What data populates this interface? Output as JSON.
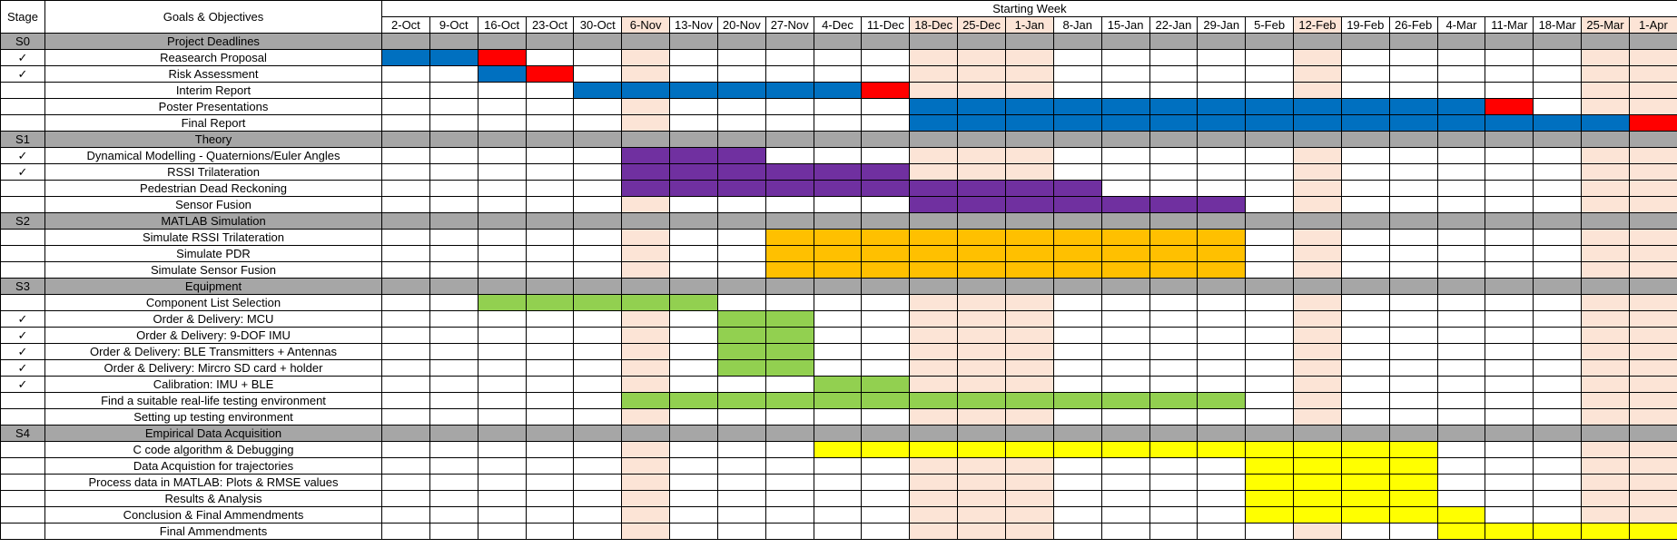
{
  "chart_data": {
    "type": "table",
    "title": "Starting Week",
    "stage_header": "Stage",
    "goals_header": "Goals & Objectives",
    "weeks": [
      "2-Oct",
      "9-Oct",
      "16-Oct",
      "23-Oct",
      "30-Oct",
      "6-Nov",
      "13-Nov",
      "20-Nov",
      "27-Nov",
      "4-Dec",
      "11-Dec",
      "18-Dec",
      "25-Dec",
      "1-Jan",
      "8-Jan",
      "15-Jan",
      "22-Jan",
      "29-Jan",
      "5-Feb",
      "12-Feb",
      "19-Feb",
      "26-Feb",
      "4-Mar",
      "11-Mar",
      "18-Mar",
      "25-Mar",
      "1-Apr"
    ],
    "highlighted_weeks": [
      "6-Nov",
      "18-Dec",
      "25-Dec",
      "1-Jan",
      "12-Feb",
      "25-Mar",
      "1-Apr"
    ],
    "colors": {
      "blue": "#0070c0",
      "red": "#ff0000",
      "purple": "#7030a0",
      "orange": "#ffc000",
      "green": "#92d050",
      "yellow": "#ffff00",
      "section_gray": "#a6a6a6",
      "highlight": "#fce4d6"
    },
    "rows": [
      {
        "section": true,
        "stage": "S0",
        "task": "Project Deadlines"
      },
      {
        "stage": "✓",
        "task": "Reasearch Proposal",
        "bars": [
          {
            "start": "2-Oct",
            "end": "9-Oct",
            "color": "blue"
          },
          {
            "start": "16-Oct",
            "end": "16-Oct",
            "color": "red"
          }
        ]
      },
      {
        "stage": "✓",
        "task": "Risk Assessment",
        "bars": [
          {
            "start": "16-Oct",
            "end": "16-Oct",
            "color": "blue"
          },
          {
            "start": "23-Oct",
            "end": "23-Oct",
            "color": "red"
          }
        ]
      },
      {
        "stage": "",
        "task": "Interim Report",
        "bars": [
          {
            "start": "30-Oct",
            "end": "4-Dec",
            "color": "blue"
          },
          {
            "start": "11-Dec",
            "end": "11-Dec",
            "color": "red"
          }
        ]
      },
      {
        "stage": "",
        "task": "Poster Presentations",
        "bars": [
          {
            "start": "18-Dec",
            "end": "4-Mar",
            "color": "blue"
          },
          {
            "start": "11-Mar",
            "end": "11-Mar",
            "color": "red"
          }
        ]
      },
      {
        "stage": "",
        "task": "Final Report",
        "bars": [
          {
            "start": "18-Dec",
            "end": "25-Mar",
            "color": "blue"
          },
          {
            "start": "1-Apr",
            "end": "1-Apr",
            "color": "red"
          }
        ]
      },
      {
        "section": true,
        "stage": "S1",
        "task": "Theory"
      },
      {
        "stage": "✓",
        "task": "Dynamical Modelling - Quaternions/Euler Angles",
        "bars": [
          {
            "start": "6-Nov",
            "end": "20-Nov",
            "color": "purple"
          }
        ]
      },
      {
        "stage": "✓",
        "task": "RSSI Trilateration",
        "bars": [
          {
            "start": "6-Nov",
            "end": "11-Dec",
            "color": "purple"
          }
        ]
      },
      {
        "stage": "",
        "task": "Pedestrian Dead Reckoning",
        "bars": [
          {
            "start": "6-Nov",
            "end": "8-Jan",
            "color": "purple"
          }
        ]
      },
      {
        "stage": "",
        "task": "Sensor Fusion",
        "bars": [
          {
            "start": "18-Dec",
            "end": "29-Jan",
            "color": "purple"
          }
        ]
      },
      {
        "section": true,
        "stage": "S2",
        "task": "MATLAB Simulation"
      },
      {
        "stage": "",
        "task": "Simulate RSSI Trilateration",
        "bars": [
          {
            "start": "27-Nov",
            "end": "29-Jan",
            "color": "orange"
          }
        ]
      },
      {
        "stage": "",
        "task": "Simulate PDR",
        "bars": [
          {
            "start": "27-Nov",
            "end": "29-Jan",
            "color": "orange"
          }
        ]
      },
      {
        "stage": "",
        "task": "Simulate Sensor Fusion",
        "bars": [
          {
            "start": "27-Nov",
            "end": "29-Jan",
            "color": "orange"
          }
        ]
      },
      {
        "section": true,
        "stage": "S3",
        "task": "Equipment"
      },
      {
        "stage": "",
        "task": "Component List Selection",
        "bars": [
          {
            "start": "16-Oct",
            "end": "13-Nov",
            "color": "green"
          }
        ]
      },
      {
        "stage": "✓",
        "task": "Order & Delivery: MCU",
        "bars": [
          {
            "start": "20-Nov",
            "end": "27-Nov",
            "color": "green"
          }
        ]
      },
      {
        "stage": "✓",
        "task": "Order & Delivery: 9-DOF IMU",
        "bars": [
          {
            "start": "20-Nov",
            "end": "27-Nov",
            "color": "green"
          }
        ]
      },
      {
        "stage": "✓",
        "task": "Order & Delivery: BLE Transmitters + Antennas",
        "bars": [
          {
            "start": "20-Nov",
            "end": "27-Nov",
            "color": "green"
          }
        ]
      },
      {
        "stage": "✓",
        "task": "Order & Delivery: Mircro SD card + holder",
        "bars": [
          {
            "start": "20-Nov",
            "end": "27-Nov",
            "color": "green"
          }
        ]
      },
      {
        "stage": "✓",
        "task": "Calibration: IMU + BLE",
        "bars": [
          {
            "start": "4-Dec",
            "end": "11-Dec",
            "color": "green"
          }
        ]
      },
      {
        "stage": "",
        "task": "Find a suitable real-life testing environment",
        "bars": [
          {
            "start": "6-Nov",
            "end": "29-Jan",
            "color": "green"
          }
        ]
      },
      {
        "stage": "",
        "task": "Setting up testing environment",
        "bars": []
      },
      {
        "section": true,
        "stage": "S4",
        "task": "Empirical Data Acquisition"
      },
      {
        "stage": "",
        "task": "C code algorithm & Debugging",
        "bars": [
          {
            "start": "4-Dec",
            "end": "26-Feb",
            "color": "yellow"
          }
        ]
      },
      {
        "stage": "",
        "task": "Data Acquistion for trajectories",
        "bars": [
          {
            "start": "5-Feb",
            "end": "26-Feb",
            "color": "yellow"
          }
        ]
      },
      {
        "stage": "",
        "task": "Process data in MATLAB: Plots & RMSE values",
        "bars": [
          {
            "start": "5-Feb",
            "end": "26-Feb",
            "color": "yellow"
          }
        ]
      },
      {
        "stage": "",
        "task": "Results & Analysis",
        "bars": [
          {
            "start": "5-Feb",
            "end": "26-Feb",
            "color": "yellow"
          }
        ]
      },
      {
        "stage": "",
        "task": "Conclusion & Final Ammendments",
        "bars": [
          {
            "start": "5-Feb",
            "end": "4-Mar",
            "color": "yellow"
          }
        ]
      },
      {
        "stage": "",
        "task": "Final Ammendments",
        "bars": [
          {
            "start": "4-Mar",
            "end": "1-Apr",
            "color": "yellow"
          }
        ]
      }
    ]
  }
}
